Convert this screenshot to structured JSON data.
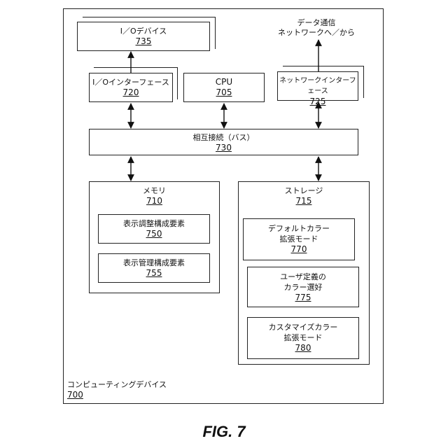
{
  "device": {
    "label": "コンピューティングデバイス",
    "ref": "700"
  },
  "io_device": {
    "label": "I／Oデバイス",
    "ref": "735"
  },
  "io_interface": {
    "label": "I／Oインターフェース",
    "ref": "720"
  },
  "cpu": {
    "label": "CPU",
    "ref": "705"
  },
  "network_interface": {
    "label": "ネットワークインターフェース",
    "ref": "725"
  },
  "network_label": {
    "line1": "データ通信",
    "line2": "ネットワークへ／から"
  },
  "bus": {
    "label": "相互接続（バス）",
    "ref": "730"
  },
  "memory": {
    "label": "メモリ",
    "ref": "710"
  },
  "display_adjust": {
    "label": "表示調整構成要素",
    "ref": "750"
  },
  "display_manage": {
    "label": "表示管理構成要素",
    "ref": "755"
  },
  "storage": {
    "label": "ストレージ",
    "ref": "715"
  },
  "default_color": {
    "line1": "デフォルトカラー",
    "line2": "拡張モード",
    "ref": "770"
  },
  "user_color": {
    "line1": "ユーザ定義の",
    "line2": "カラー選好",
    "ref": "775"
  },
  "custom_color": {
    "line1": "カスタマイズカラー",
    "line2": "拡張モード",
    "ref": "780"
  },
  "figure_caption": "FIG. 7"
}
